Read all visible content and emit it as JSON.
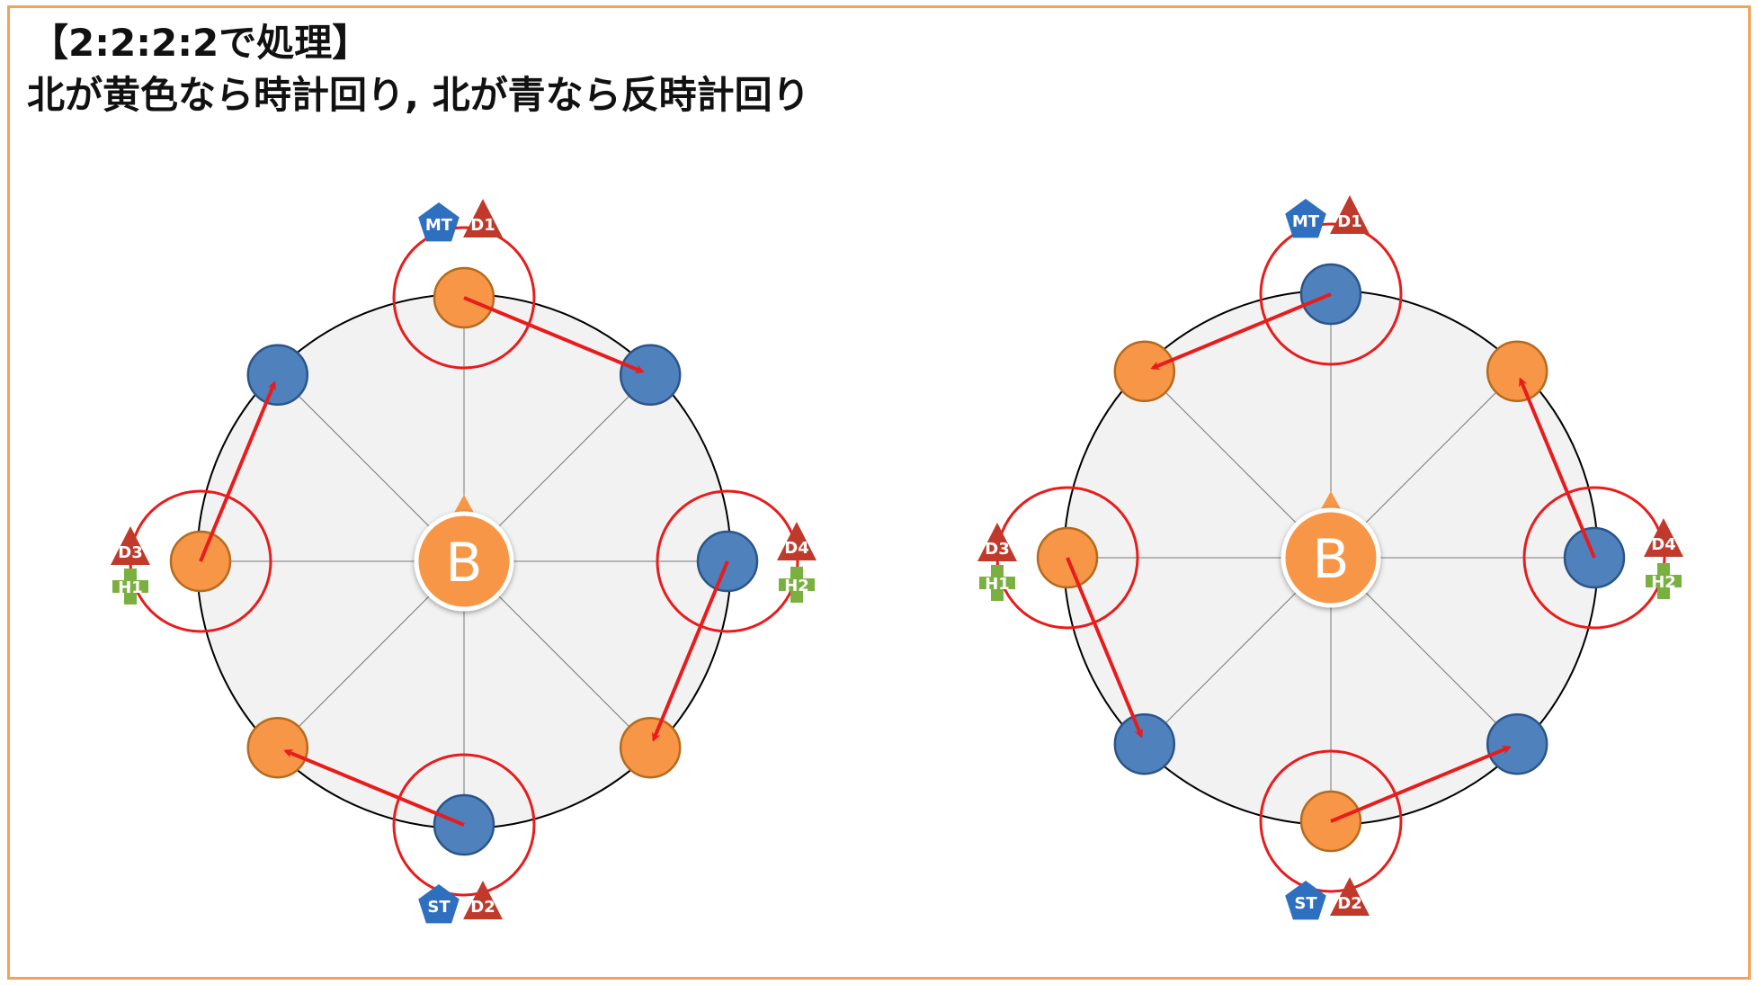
{
  "header": {
    "title": "【2:2:2:2で処理】",
    "subtitle": "北が黄色なら時計回り, 北が青なら反時計回り"
  },
  "colors": {
    "orange": "#f79646",
    "blue": "#4f81bd",
    "arrow": "#e81c1c",
    "tank_marker": "#2f6fbf",
    "dps_marker": "#c0392b",
    "healer_marker": "#7ab040",
    "frame": "#f3a259"
  },
  "boss_label": "B",
  "diagrams": [
    {
      "name": "clockwise",
      "orbs": [
        "orange",
        "blue",
        "blue",
        "orange",
        "blue",
        "orange",
        "orange",
        "blue"
      ],
      "arrows": [
        [
          0,
          1
        ],
        [
          2,
          3
        ],
        [
          4,
          5
        ],
        [
          6,
          7
        ]
      ],
      "groups": [
        {
          "spot": 0,
          "markers": [
            {
              "role": "tank",
              "text": "MT"
            },
            {
              "role": "dps",
              "text": "D1"
            }
          ]
        },
        {
          "spot": 2,
          "markers": [
            {
              "role": "dps",
              "text": "D4"
            },
            {
              "role": "healer",
              "text": "H2"
            }
          ]
        },
        {
          "spot": 4,
          "markers": [
            {
              "role": "tank",
              "text": "ST"
            },
            {
              "role": "dps",
              "text": "D2"
            }
          ]
        },
        {
          "spot": 6,
          "markers": [
            {
              "role": "dps",
              "text": "D3"
            },
            {
              "role": "healer",
              "text": "H1"
            }
          ]
        }
      ]
    },
    {
      "name": "counterclockwise",
      "orbs": [
        "blue",
        "orange",
        "blue",
        "blue",
        "orange",
        "blue",
        "orange",
        "orange"
      ],
      "arrows": [
        [
          0,
          7
        ],
        [
          2,
          1
        ],
        [
          4,
          3
        ],
        [
          6,
          5
        ]
      ],
      "groups": [
        {
          "spot": 0,
          "markers": [
            {
              "role": "tank",
              "text": "MT"
            },
            {
              "role": "dps",
              "text": "D1"
            }
          ]
        },
        {
          "spot": 2,
          "markers": [
            {
              "role": "dps",
              "text": "D4"
            },
            {
              "role": "healer",
              "text": "H2"
            }
          ]
        },
        {
          "spot": 4,
          "markers": [
            {
              "role": "tank",
              "text": "ST"
            },
            {
              "role": "dps",
              "text": "D2"
            }
          ]
        },
        {
          "spot": 6,
          "markers": [
            {
              "role": "dps",
              "text": "D3"
            },
            {
              "role": "healer",
              "text": "H1"
            }
          ]
        }
      ]
    }
  ]
}
